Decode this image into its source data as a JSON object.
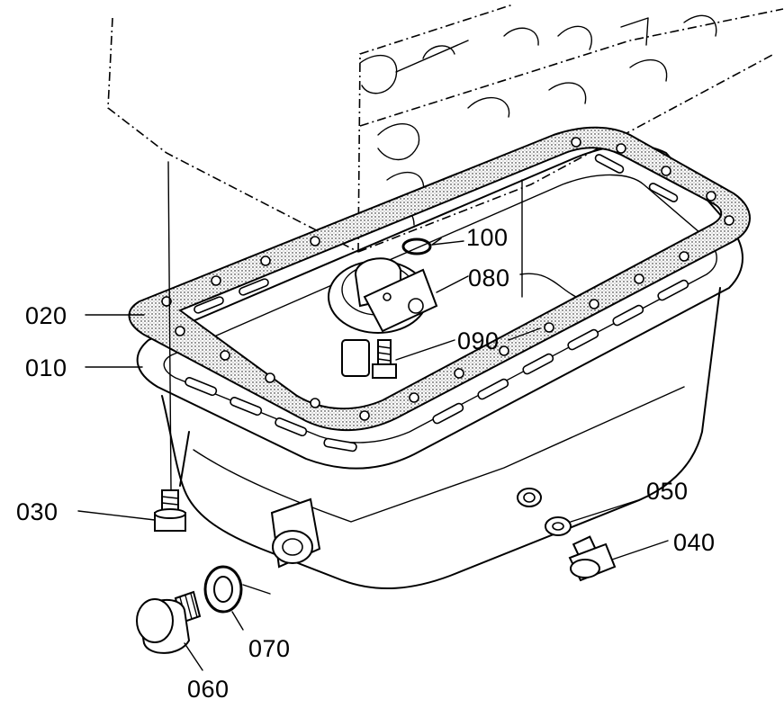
{
  "parts": {
    "p010": "010",
    "p020": "020",
    "p030": "030",
    "p040": "040",
    "p050": "050",
    "p060": "060",
    "p070": "070",
    "p080": "080",
    "p090": "090",
    "p100": "100"
  }
}
